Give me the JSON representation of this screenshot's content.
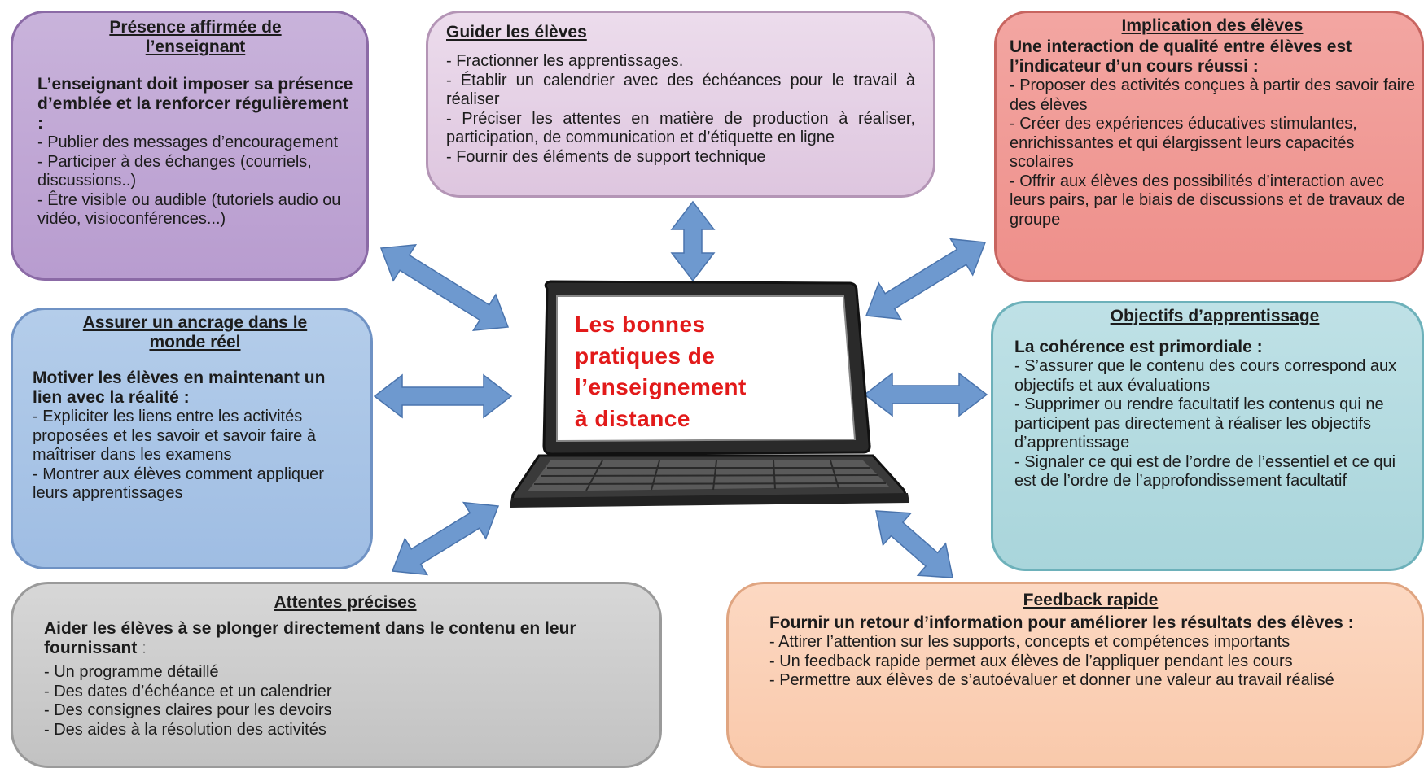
{
  "center": {
    "lines": [
      "Les bonnes",
      "pratiques de",
      "l’enseignement",
      "à distance"
    ]
  },
  "boxes": {
    "presence": {
      "title_line1": "Présence affirmée de",
      "title_line2": "l’enseignant",
      "intro": "L’enseignant doit imposer sa présence d’emblée et la renforcer régulièrement :",
      "items": [
        "Publier des messages d’encouragement",
        "Participer à des échanges (courriels, discussions..)",
        "Être visible ou audible (tutoriels audio ou vidéo, visioconférences...)"
      ]
    },
    "guider": {
      "title": "Guider les élèves",
      "items": [
        "Fractionner les apprentissages.",
        "Établir un calendrier avec des échéances pour le travail à réaliser",
        "Préciser les attentes en matière de production à réaliser, participation, de communication et d’étiquette en ligne",
        "Fournir des éléments de support technique"
      ]
    },
    "implication": {
      "title": "Implication des élèves",
      "intro": "Une interaction de qualité entre élèves est l’indicateur d’un cours réussi :",
      "items": [
        "Proposer des activités conçues à partir des savoir faire des élèves",
        "Créer des expériences éducatives stimulantes, enrichissantes et qui élargissent leurs capacités scolaires",
        "Offrir aux élèves des possibilités d’interaction avec leurs pairs, par le biais de discussions et de travaux de groupe"
      ]
    },
    "ancrage": {
      "title_line1": "Assurer un ancrage dans le",
      "title_line2": "monde réel",
      "intro": "Motiver les élèves en maintenant un lien avec la réalité :",
      "items": [
        "Expliciter les liens entre les activités proposées et les savoir et savoir faire à maîtriser dans les examens",
        "Montrer aux élèves comment appliquer leurs apprentissages"
      ]
    },
    "objectifs": {
      "title": "Objectifs d’apprentissage",
      "intro": "La cohérence est primordiale :",
      "items": [
        "S’assurer que le contenu des cours correspond aux objectifs et aux évaluations",
        "Supprimer ou rendre facultatif les contenus qui ne participent pas directement à réaliser les objectifs d’apprentissage",
        "Signaler ce qui est de l’ordre de l’essentiel et ce qui est de l’ordre de l’approfondissement facultatif"
      ]
    },
    "attentes": {
      "title": "Attentes précises",
      "intro_bold": "Aider les élèves à se plonger directement dans le contenu en leur fournissant",
      "intro_tail": " :",
      "items": [
        "Un programme détaillé",
        "Des dates d’échéance et un calendrier",
        "Des consignes claires pour les devoirs",
        "Des aides à la résolution des activités"
      ]
    },
    "feedback": {
      "title": "Feedback rapide",
      "intro": "Fournir un retour d’information pour améliorer les résultats des élèves :",
      "items": [
        "Attirer l’attention sur les supports, concepts et compétences importants",
        "Un feedback rapide permet aux élèves de l’appliquer pendant les cours",
        "Permettre aux élèves de s’autoévaluer et donner une valeur au travail réalisé"
      ]
    }
  },
  "colors": {
    "arrow_fill": "#6e99cf",
    "arrow_stroke": "#4a74ad",
    "center_text": "#e21a1a"
  }
}
